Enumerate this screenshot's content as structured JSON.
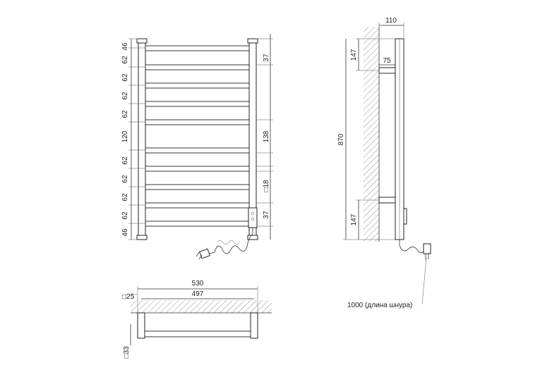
{
  "front_view": {
    "left_dims": [
      "46",
      "62",
      "62",
      "62",
      "62",
      "120",
      "62",
      "62",
      "62",
      "62",
      "46"
    ],
    "right_dims": [
      "37",
      "138",
      "18",
      "37"
    ],
    "square_marker": "□"
  },
  "side_view": {
    "width": "110",
    "top_offset": "147",
    "depth": "75",
    "height": "870",
    "bottom_offset": "147",
    "cord_note": "1000 (длина шнура)"
  },
  "top_view": {
    "outer_width": "530",
    "inner_width": "497",
    "profile": "□25",
    "tube": "□33"
  }
}
